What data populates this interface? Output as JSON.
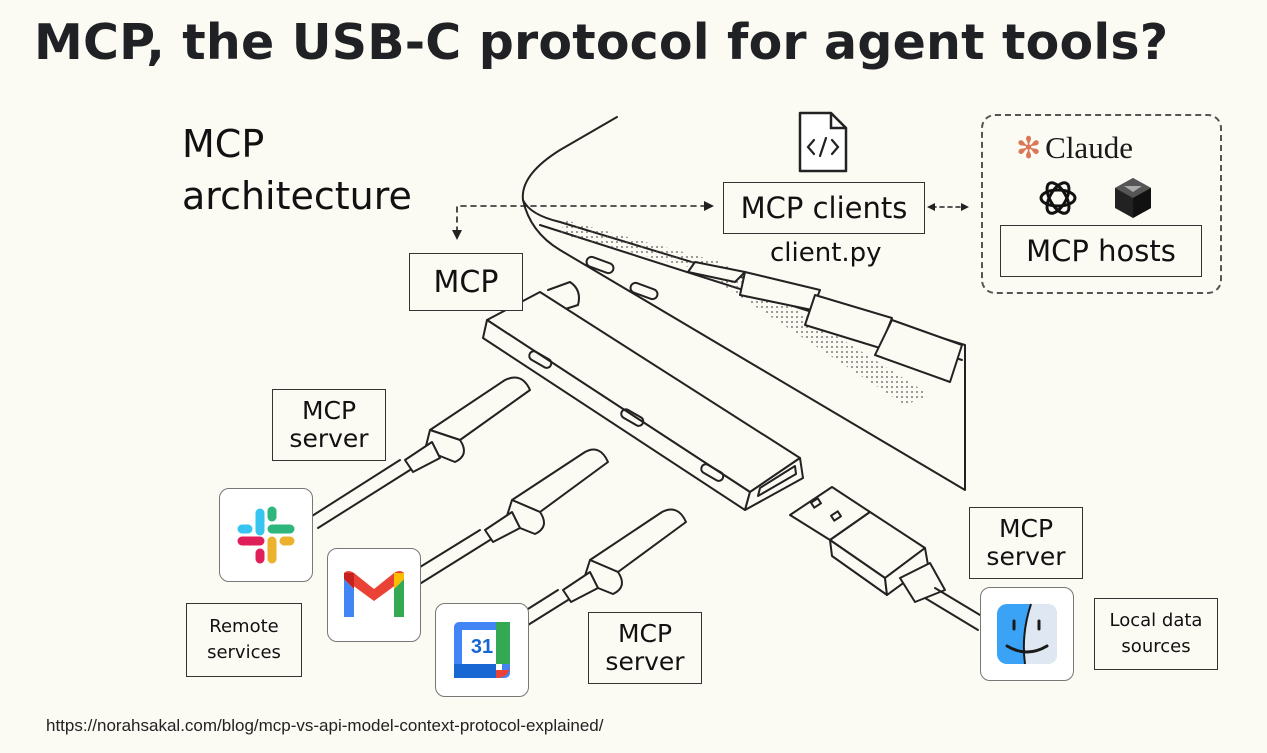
{
  "title": "MCP, the USB-C protocol for agent tools?",
  "heading": {
    "line1": "MCP",
    "line2": "architecture"
  },
  "labels": {
    "mcp": "MCP",
    "mcp_clients": "MCP clients",
    "client_file": "client.py",
    "mcp_hosts": "MCP hosts",
    "claude": "Claude",
    "server_top": {
      "line1": "MCP",
      "line2": "server"
    },
    "server_bottom": {
      "line1": "MCP",
      "line2": "server"
    },
    "server_right": {
      "line1": "MCP",
      "line2": "server"
    },
    "remote": {
      "line1": "Remote",
      "line2": "services"
    },
    "local": {
      "line1": "Local data",
      "line2": "sources"
    }
  },
  "icons": {
    "code_file": "code-file-icon",
    "claude": "claude-sparkle-icon",
    "openai": "openai-icon",
    "perplexity": "cube-app-icon",
    "slack": "slack-icon",
    "gmail": "gmail-icon",
    "calendar": "google-calendar-icon",
    "finder": "finder-icon"
  },
  "calendar_day": "31",
  "url": "https://norahsakal.com/blog/mcp-vs-api-model-context-protocol-explained/",
  "colors": {
    "background": "#fbfaf3",
    "claude_accent": "#d97757",
    "finder_blue": "#3aa3f5"
  }
}
